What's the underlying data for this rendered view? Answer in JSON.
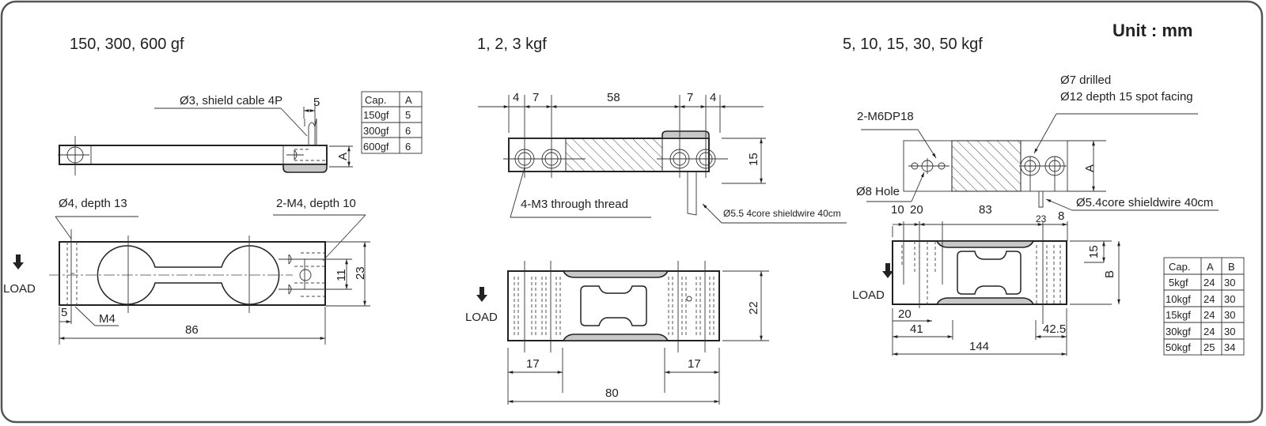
{
  "unit_label": "Unit : mm",
  "sections": [
    {
      "title": "150, 300, 600 gf",
      "notes": {
        "cable": "Ø3, shield cable 4P",
        "cable_width": "5",
        "thickness_label": "A",
        "hole_left": "Ø4, depth 13",
        "thread_right": "2-M4, depth 10",
        "thread_left": "M4",
        "load": "LOAD"
      },
      "dimensions": {
        "length": "86",
        "height": "23",
        "hole_spacing": "11",
        "edge_offset": "5"
      },
      "table": {
        "headers": [
          "Cap.",
          "A"
        ],
        "rows": [
          [
            "150gf",
            "5"
          ],
          [
            "300gf",
            "6"
          ],
          [
            "600gf",
            "6"
          ]
        ]
      }
    },
    {
      "title": "1, 2, 3 kgf",
      "notes": {
        "thread": "4-M3 through thread",
        "cable": "Ø5.5 4core shieldwire 40cm",
        "load": "LOAD"
      },
      "dimensions": {
        "top_chain": [
          "4",
          "7",
          "58",
          "7",
          "4"
        ],
        "thickness": "15",
        "height": "22",
        "left_zone": "17",
        "right_zone": "17",
        "length": "80"
      }
    },
    {
      "title": "5, 10, 15, 30, 50 kgf",
      "notes": {
        "drilled": "Ø7 drilled",
        "spot_facing": "Ø12 depth 15 spot facing",
        "thread": "2-M6DP18",
        "hole": "Ø8 Hole",
        "cable": "Ø5.4core shieldwire 40cm",
        "thickness_label": "A",
        "height_label": "B",
        "load": "LOAD"
      },
      "dimensions": {
        "top_chain": [
          "10",
          "20",
          "83",
          "23",
          "8"
        ],
        "step": "15",
        "left_small": "20",
        "left_zone": "41",
        "right_zone": "42.5",
        "length": "144"
      },
      "table": {
        "headers": [
          "Cap.",
          "A",
          "B"
        ],
        "rows": [
          [
            "5kgf",
            "24",
            "30"
          ],
          [
            "10kgf",
            "24",
            "30"
          ],
          [
            "15kgf",
            "24",
            "30"
          ],
          [
            "30kgf",
            "24",
            "30"
          ],
          [
            "50kgf",
            "25",
            "34"
          ]
        ]
      }
    }
  ]
}
